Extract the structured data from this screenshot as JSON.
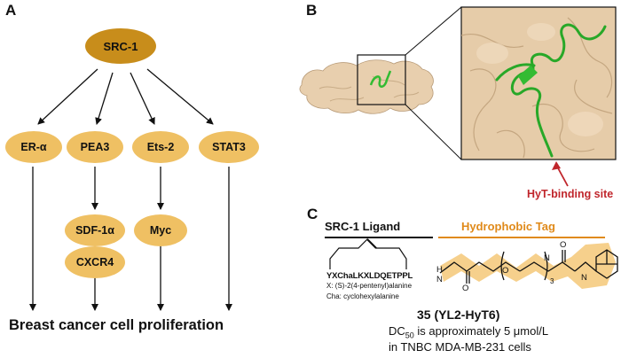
{
  "panels": {
    "a": "A",
    "b": "B",
    "c": "C"
  },
  "pathway": {
    "root": "SRC-1",
    "targets": [
      "ER-α",
      "PEA3",
      "Ets-2",
      "STAT3"
    ],
    "pea3_downstream": [
      "SDF-1α",
      "CXCR4"
    ],
    "ets2_downstream": "Myc",
    "outcome": "Breast cancer cell proliferation"
  },
  "structure": {
    "callout": "HyT-binding site"
  },
  "molecule": {
    "ligand_header": "SRC-1 Ligand",
    "tag_header": "Hydrophobic Tag",
    "peptide": "YXChaLKXLDQETPPL",
    "repeat_subscript": "3",
    "atom_n": "N",
    "atom_h": "H",
    "atom_o": "O",
    "note_x": "X: (S)-2(4-pentenyl)alanine",
    "note_cha": "Cha: cyclohexylalanine",
    "compound_name": "35 (YL2-HyT6)",
    "dc50_prefix": "DC",
    "dc50_sub": "50",
    "dc50_rest": " is approximately 5 μmol/L",
    "cell_line": "in TNBC MDA-MB-231 cells"
  },
  "colors": {
    "root_node": "#c88d1b",
    "node": "#efc063",
    "tag_header": "#e08a1a",
    "tag_highlight": "#f4c878",
    "callout": "#c0262c",
    "protein_surface": "#e8cfae",
    "helix": "#33bb33"
  }
}
